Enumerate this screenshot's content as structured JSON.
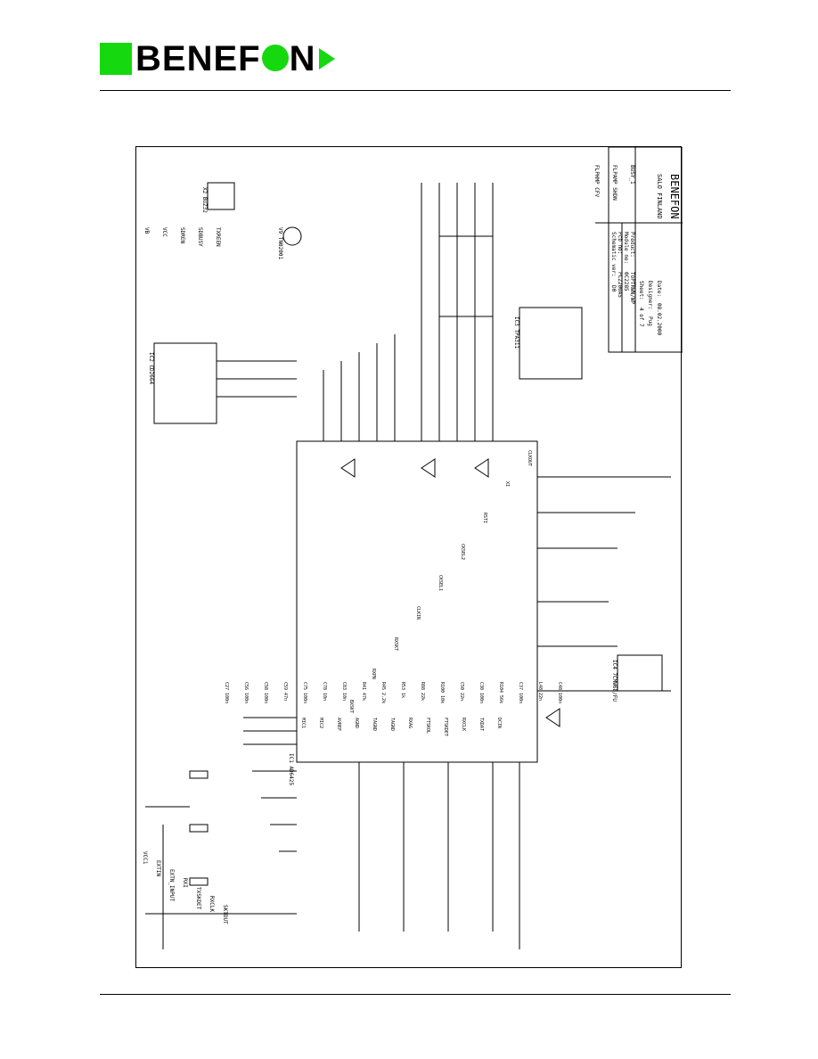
{
  "header": {
    "logo_text": "BENEFON",
    "brand_color": "#16d80e"
  },
  "title_block": {
    "company": "BENEFON",
    "location": "SALO    FINLAND",
    "product_label": "Product:",
    "product": "TOPTRWN/WP",
    "module_label": "Module no:",
    "module": "0C2285",
    "pcb_label": "Pcb no:",
    "pcb": "PC2200A5",
    "schematic_label": "Schematic ver:",
    "schematic": "D0",
    "date_label": "Date:",
    "date": "08.02.2000",
    "designer_label": "Designer:",
    "designer": "Pug",
    "sheet_label": "Sheet:",
    "sheet": "4 of 7"
  },
  "schematic": {
    "main_ic": "IC1 AD6425",
    "ic2": "IC2 CD2664",
    "ic3": "IC3 TPA311",
    "ic4": "IC4 7CMW68/FU",
    "crystal": "X2 BUZ32",
    "transistor": "V9 TN02001",
    "left_nets": [
      "VCC1",
      "EXTIN",
      "EXTN_INPUT",
      "RXI",
      "TXSKDET",
      "RXCLK",
      "SKTDUT"
    ],
    "top_nets": [
      "VB",
      "VCC",
      "SDREN",
      "SDBUSY",
      "TXREEN"
    ],
    "right_nets": [
      "FLPHMP CFV",
      "FLPAMP SHDN",
      "BUSY_1"
    ],
    "pins_left": [
      "MIC1",
      "MIC2",
      "AVREF",
      "AGND",
      "TAGND",
      "TAGND",
      "RXAG",
      "FTSKOL",
      "FTSKDET",
      "RXCLK",
      "TXDAT",
      "DCIN"
    ],
    "pins_right": [
      "CLKOUT",
      "XI",
      "RSTI",
      "CKSEL2",
      "CKSEL1",
      "CLKIN",
      "RXSKT",
      "RXPN",
      "BXSKT"
    ],
    "component_labels": [
      "C27 100n",
      "C56 100n",
      "C58 100n",
      "C59 47n",
      "C75 100n",
      "C78 10n",
      "C83 10n",
      "R41 47k",
      "R45 2.2k",
      "R53 1k",
      "R88 22k",
      "R100 10k",
      "C50 22n",
      "C30 100n",
      "R104 56k",
      "C37 100n",
      "L48 22n",
      "C48 100n"
    ]
  }
}
